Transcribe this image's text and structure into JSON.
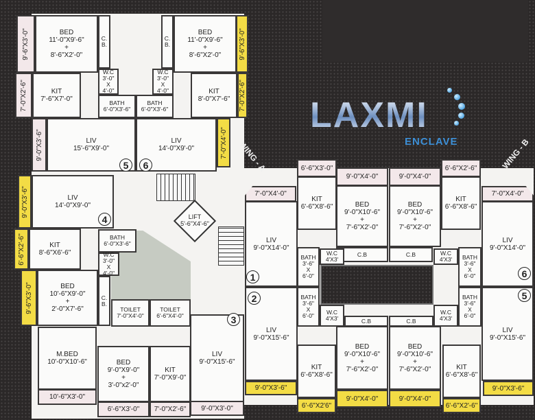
{
  "logo": {
    "title": "LAXMI",
    "subtitle": "ENCLAVE",
    "accent": "#3d8fd6"
  },
  "wings": [
    "WING - A",
    "WING - B"
  ],
  "lift": [
    "LIFT",
    "5'-6\"X4'-6\""
  ],
  "flat_numbers_wing_a": [
    "5",
    "6",
    "4",
    "3"
  ],
  "flat_numbers_wing_b": [
    "1",
    "6",
    "2",
    "5"
  ],
  "colors": {
    "balcony_pink": "#f3e8ea",
    "balcony_yellow": "#f3dc45",
    "background": "#2b2828"
  },
  "rooms": [
    {
      "lines": [
        "9'-6\"X3'-0\""
      ],
      "fill": "pink"
    },
    {
      "lines": [
        "BED",
        "11'-0\"X9'-6\"",
        "+",
        "8'-6\"X2'-0\""
      ],
      "fill": "white"
    },
    {
      "lines": [
        "C.",
        "B."
      ],
      "fill": "white"
    },
    {
      "lines": [
        "7'-0\"X2'-6\""
      ],
      "fill": "pink"
    },
    {
      "lines": [
        "KIT",
        "7'-6\"X7'-0\""
      ],
      "fill": "white"
    },
    {
      "lines": [
        "W.C",
        "3'-0\"",
        "X",
        "4'-0\""
      ],
      "fill": "white"
    },
    {
      "lines": [
        "BATH",
        "6'-0\"X3'-6\""
      ],
      "fill": "white"
    },
    {
      "lines": [
        "BATH",
        "6'-0\"X3'-6\""
      ],
      "fill": "white"
    },
    {
      "lines": [
        "W.C",
        "3'-0\"",
        "X",
        "4'-0\""
      ],
      "fill": "white"
    },
    {
      "lines": [
        "C.",
        "B."
      ],
      "fill": "white"
    },
    {
      "lines": [
        "BED",
        "11'-0\"X9'-6\"",
        "+",
        "8'-6\"X2'-0\""
      ],
      "fill": "white"
    },
    {
      "lines": [
        "9'-6\"X3'-0\""
      ],
      "fill": "yellow"
    },
    {
      "lines": [
        "KIT",
        "8'-0\"X7'-6\""
      ],
      "fill": "white"
    },
    {
      "lines": [
        "7'-0\"X2'-6\""
      ],
      "fill": "yellow"
    },
    {
      "lines": [
        "9'-0\"X3'-6\""
      ],
      "fill": "pink"
    },
    {
      "lines": [
        "LIV",
        "15'-6\"X9'-0\""
      ],
      "fill": "white"
    },
    {
      "lines": [
        "LIV",
        "14'-0\"X9'-0\""
      ],
      "fill": "white"
    },
    {
      "lines": [
        "7'-0\"X4'-0\""
      ],
      "fill": "yellow"
    },
    {
      "lines": [
        "9'-0\"X3'-6\""
      ],
      "fill": "yellow"
    },
    {
      "lines": [
        "LIV",
        "14'-0\"X9'-0\""
      ],
      "fill": "white"
    },
    {
      "lines": [
        "6'-6\"X2'-6\""
      ],
      "fill": "yellow"
    },
    {
      "lines": [
        "KIT",
        "8'-6\"X6'-6\""
      ],
      "fill": "white"
    },
    {
      "lines": [
        "BATH",
        "6'-0\"X3'-6\""
      ],
      "fill": "white"
    },
    {
      "lines": [
        "W.C",
        "3'-0\"",
        "X",
        "4'-0\""
      ],
      "fill": "white"
    },
    {
      "lines": [
        "9'-6\"X3'-0\""
      ],
      "fill": "yellow"
    },
    {
      "lines": [
        "BED",
        "10'-6\"X9'-0\"",
        "+",
        "2'-0\"X7'-6\""
      ],
      "fill": "white"
    },
    {
      "lines": [
        "C.",
        "B."
      ],
      "fill": "white"
    },
    {
      "lines": [
        "TOILET",
        "7'-0\"X4'-0\""
      ],
      "fill": "white"
    },
    {
      "lines": [
        "TOILET",
        "6'-6\"X4'-0\""
      ],
      "fill": "white"
    },
    {
      "lines": [
        "M.BED",
        "10'-0\"X10'-6\""
      ],
      "fill": "white"
    },
    {
      "lines": [
        "10'-6\"X3'-0\""
      ],
      "fill": "pink"
    },
    {
      "lines": [
        "BED",
        "9'-0\"X9'-0\"",
        "+",
        "3'-0\"x2'-0\""
      ],
      "fill": "white"
    },
    {
      "lines": [
        "6'-6\"X3'-0\""
      ],
      "fill": "pink"
    },
    {
      "lines": [
        "KIT",
        "7'-0\"X9'-0\""
      ],
      "fill": "white"
    },
    {
      "lines": [
        "7'-0\"X2'-6\""
      ],
      "fill": "pink"
    },
    {
      "lines": [
        "LIV",
        "9'-0\"X15'-6\""
      ],
      "fill": "white"
    },
    {
      "lines": [
        "9'-0\"X3'-0\""
      ],
      "fill": "pink"
    },
    {
      "lines": [
        "7'-0\"X4'-0\""
      ],
      "fill": "pink"
    },
    {
      "lines": [
        "6'-6\"X3'-0\""
      ],
      "fill": "pink"
    },
    {
      "lines": [
        "KIT",
        "6'-6\"X8'-6\""
      ],
      "fill": "white"
    },
    {
      "lines": [
        "9'-0\"X4'-0\""
      ],
      "fill": "pink"
    },
    {
      "lines": [
        "BED",
        "9'-0\"X10'-6\"",
        "+",
        "7'-6\"X2'-0\""
      ],
      "fill": "white"
    },
    {
      "lines": [
        "C.B"
      ],
      "fill": "white"
    },
    {
      "lines": [
        "9'-0\"X4'-0\""
      ],
      "fill": "pink"
    },
    {
      "lines": [
        "BED",
        "9'-0\"X10'-6\"",
        "+",
        "7'-6\"X2'-0\""
      ],
      "fill": "white"
    },
    {
      "lines": [
        "C.B"
      ],
      "fill": "white"
    },
    {
      "lines": [
        "6'-6\"X2'-6\""
      ],
      "fill": "pink"
    },
    {
      "lines": [
        "KIT",
        "6'-6\"X8'-6\""
      ],
      "fill": "white"
    },
    {
      "lines": [
        "7'-0\"X4'-0\""
      ],
      "fill": "pink"
    },
    {
      "lines": [
        "LIV",
        "9'-0\"X14'-0\""
      ],
      "fill": "white"
    },
    {
      "lines": [
        "BATH",
        "3'-6\"",
        "X",
        "6'-0\""
      ],
      "fill": "white"
    },
    {
      "lines": [
        "W.C",
        "4'X3'"
      ],
      "fill": "white"
    },
    {
      "lines": [
        "W.C",
        "4'X3'"
      ],
      "fill": "white"
    },
    {
      "lines": [
        "BATH",
        "3'-6\"",
        "X",
        "6'-0\""
      ],
      "fill": "white"
    },
    {
      "lines": [
        "LIV",
        "9'-0\"X14'-0\""
      ],
      "fill": "white"
    },
    {
      "lines": [
        "LIV",
        "9'-0\"X15'-6\""
      ],
      "fill": "white"
    },
    {
      "lines": [
        "9'-0\"X3'-6\""
      ],
      "fill": "yellow"
    },
    {
      "lines": [
        "BATH",
        "3'-6\"",
        "X",
        "6'-0\""
      ],
      "fill": "white"
    },
    {
      "lines": [
        "W.C",
        "4'X3'"
      ],
      "fill": "white"
    },
    {
      "lines": [
        "C.B"
      ],
      "fill": "white"
    },
    {
      "lines": [
        "C.B"
      ],
      "fill": "white"
    },
    {
      "lines": [
        "W.C",
        "4'X3'"
      ],
      "fill": "white"
    },
    {
      "lines": [
        "BATH",
        "3'-6\"",
        "X",
        "6'-0\""
      ],
      "fill": "white"
    },
    {
      "lines": [
        "KIT",
        "6'-6\"X8'-6\""
      ],
      "fill": "white"
    },
    {
      "lines": [
        "6'-6\"X2'6\""
      ],
      "fill": "yellow"
    },
    {
      "lines": [
        "BED",
        "9'-0\"X10'-6\"",
        "+",
        "7'-6\"X2'-0\""
      ],
      "fill": "white"
    },
    {
      "lines": [
        "9'-0\"X4'-0\""
      ],
      "fill": "yellow"
    },
    {
      "lines": [
        "BED",
        "9'-0\"X10'-6\"",
        "+",
        "7'-6\"X2'-0\""
      ],
      "fill": "white"
    },
    {
      "lines": [
        "9'-0\"X4'-0\""
      ],
      "fill": "yellow"
    },
    {
      "lines": [
        "KIT",
        "6'-6\"X8'-6\""
      ],
      "fill": "white"
    },
    {
      "lines": [
        "6'-6\"X2'-6\""
      ],
      "fill": "yellow"
    },
    {
      "lines": [
        "LIV",
        "9'-0\"X15'-6\""
      ],
      "fill": "white"
    },
    {
      "lines": [
        "9'-0\"X3'-6\""
      ],
      "fill": "yellow"
    }
  ]
}
